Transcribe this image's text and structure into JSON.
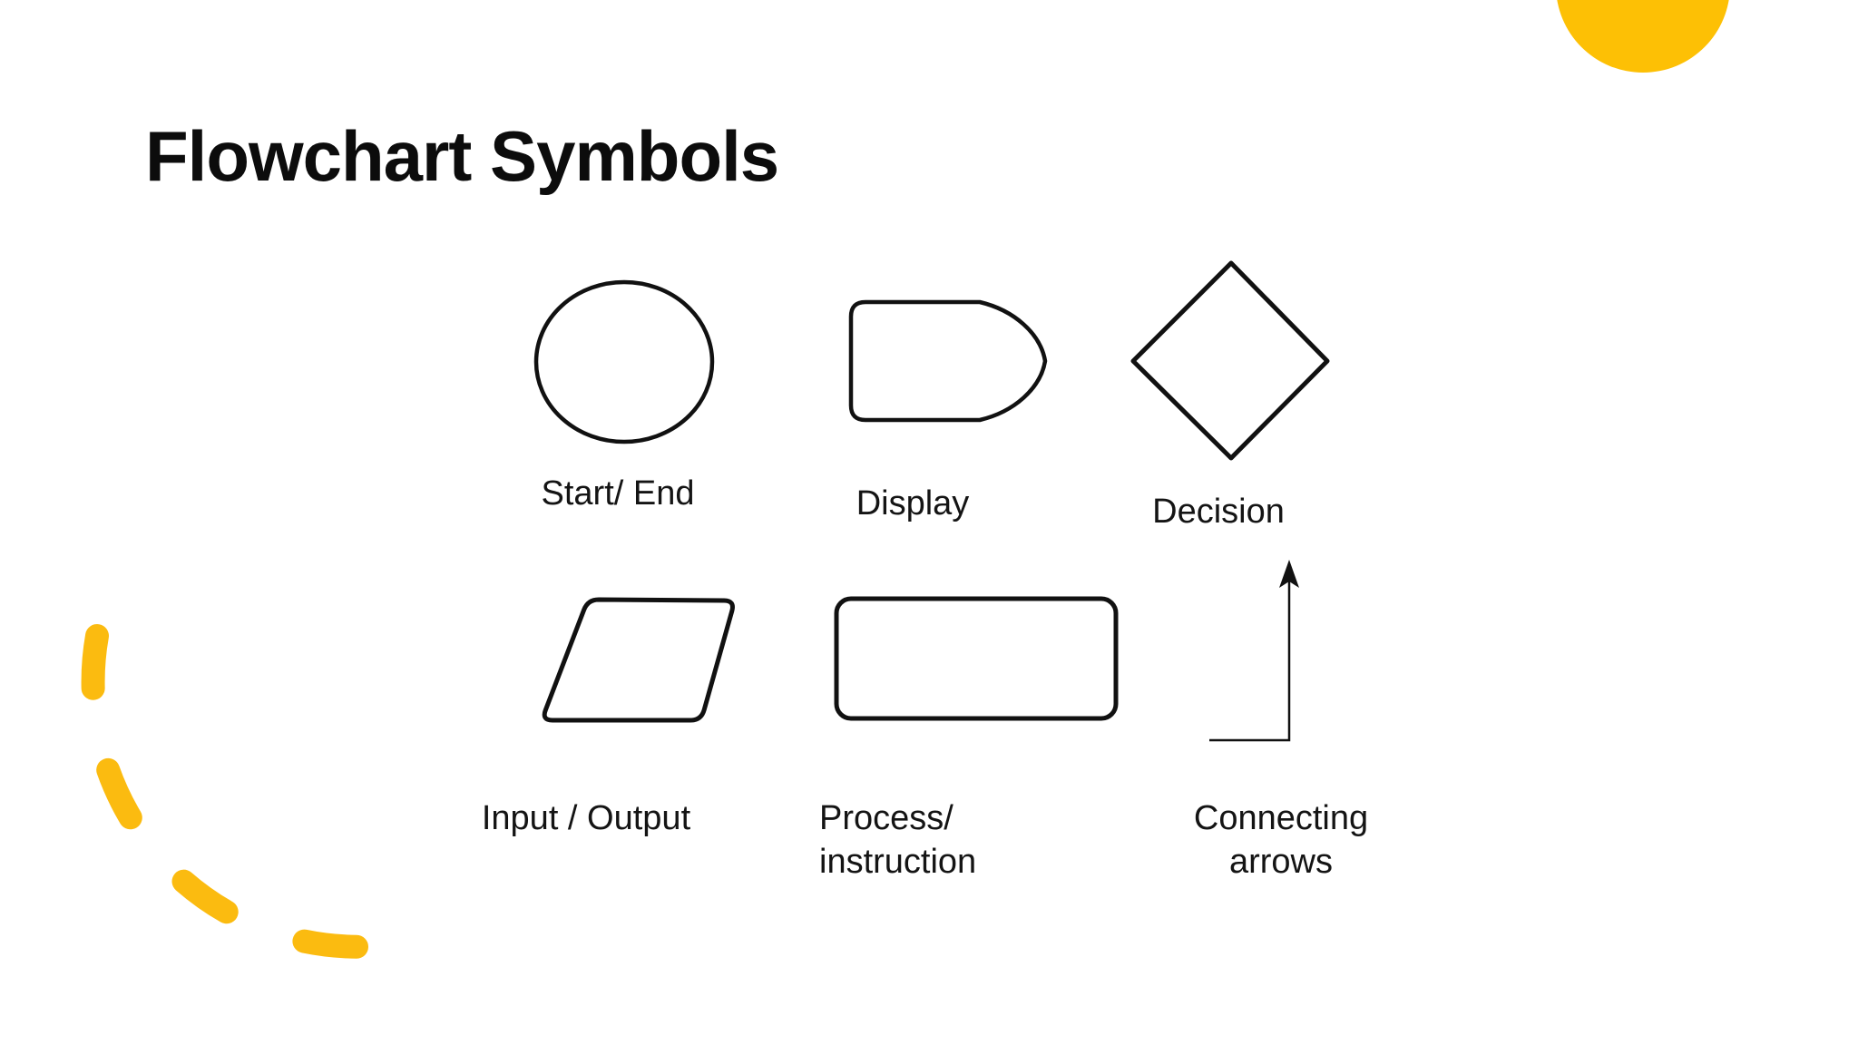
{
  "slide": {
    "title": "Flowchart Symbols"
  },
  "symbols": [
    {
      "id": "start-end",
      "label": "Start/ End",
      "shape": "oval"
    },
    {
      "id": "display",
      "label": "Display",
      "shape": "display"
    },
    {
      "id": "decision",
      "label": "Decision",
      "shape": "diamond"
    },
    {
      "id": "input-output",
      "label": "Input / Output",
      "shape": "parallelogram"
    },
    {
      "id": "process-instruction",
      "label": "Process/\ninstruction",
      "shape": "rounded-rectangle"
    },
    {
      "id": "connecting-arrows",
      "label": "Connecting arrows",
      "shape": "arrow"
    }
  ],
  "theme": {
    "background": "#ffffff",
    "ink": "#111111",
    "text": "#141414",
    "accent_yellow_circle": "#FDC005",
    "accent_yellow_dash": "#FBBB10"
  }
}
